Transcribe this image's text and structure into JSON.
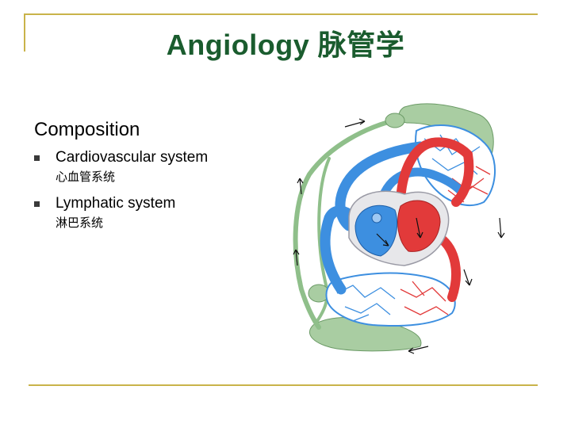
{
  "slide": {
    "title": "Angiology 脉管学",
    "section_heading": "Composition",
    "bullets": [
      {
        "en": "Cardiovascular system",
        "cn": "心血管系统"
      },
      {
        "en": "Lymphatic system",
        "cn": "淋巴系统"
      }
    ],
    "colors": {
      "title": "#1a5c2e",
      "frame": "#c9b34a",
      "artery": "#e23a3a",
      "vein": "#3d8fe0",
      "lymph": "#8fbf8a"
    },
    "diagram_icon": "circulation-diagram"
  }
}
